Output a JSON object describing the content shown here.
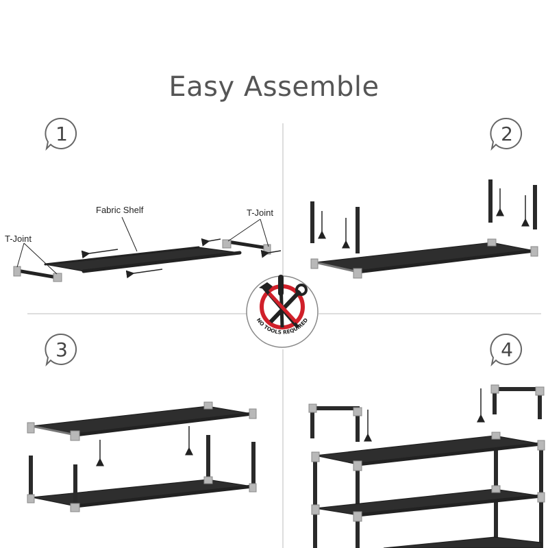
{
  "title": "Easy Assemble",
  "steps": [
    {
      "number": "1"
    },
    {
      "number": "2"
    },
    {
      "number": "3"
    },
    {
      "number": "4"
    }
  ],
  "labels": {
    "fabric_shelf": "Fabric Shelf",
    "t_joint_left": "T-Joint",
    "t_joint_right": "T-Joint"
  },
  "badge": {
    "text": "NO TOOLS REQUIRED",
    "icon": "no-tools-icon",
    "accent": "#d0202a"
  }
}
